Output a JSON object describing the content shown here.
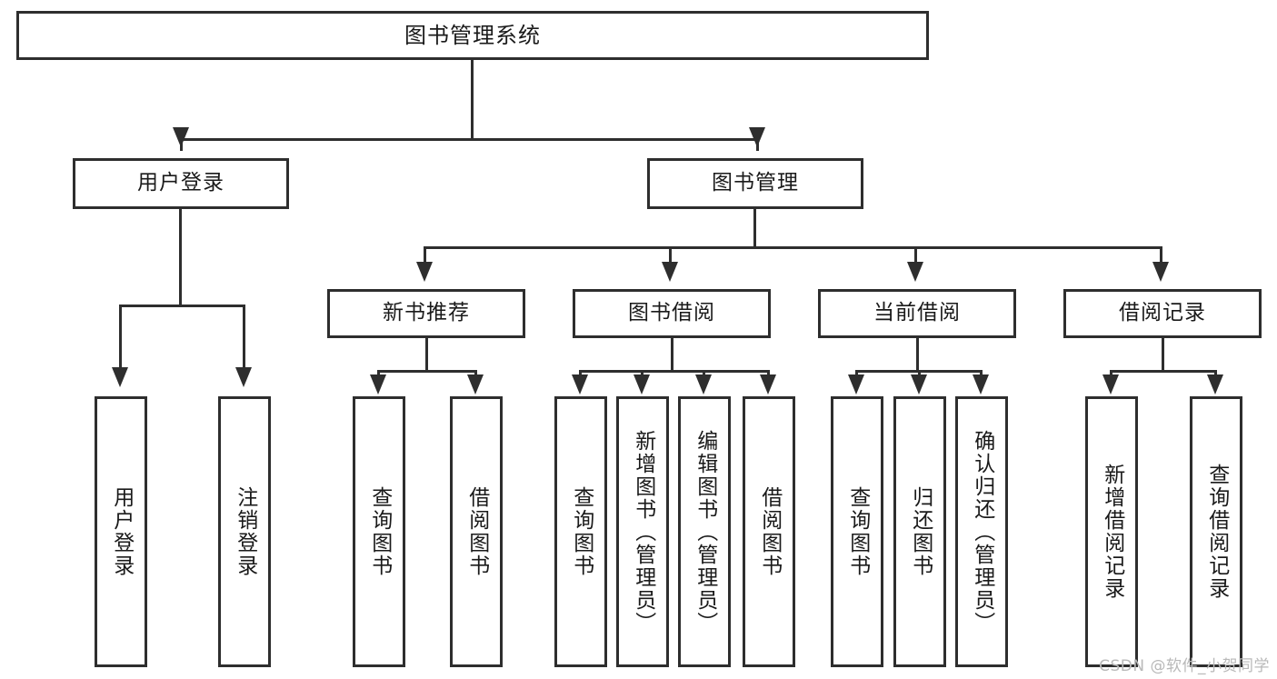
{
  "diagram": {
    "title": "图书管理系统",
    "type": "tree",
    "root": {
      "label": "图书管理系统"
    },
    "level1": [
      {
        "label": "用户登录"
      },
      {
        "label": "图书管理"
      }
    ],
    "level2": [
      {
        "label": "新书推荐",
        "parent": "图书管理"
      },
      {
        "label": "图书借阅",
        "parent": "图书管理"
      },
      {
        "label": "当前借阅",
        "parent": "图书管理"
      },
      {
        "label": "借阅记录",
        "parent": "图书管理"
      }
    ],
    "leaves": {
      "user_login": [
        {
          "label": "用户登录"
        },
        {
          "label": "注销登录"
        }
      ],
      "new_books": [
        {
          "label": "查询图书"
        },
        {
          "label": "借阅图书"
        }
      ],
      "book_borrow": [
        {
          "label": "查询图书"
        },
        {
          "label": "新增图书（管理员）"
        },
        {
          "label": "编辑图书（管理员）"
        },
        {
          "label": "借阅图书"
        }
      ],
      "current_borrow": [
        {
          "label": "查询图书"
        },
        {
          "label": "归还图书"
        },
        {
          "label": "确认归还（管理员）"
        }
      ],
      "borrow_records": [
        {
          "label": "新增借阅记录"
        },
        {
          "label": "查询借阅记录"
        }
      ]
    }
  },
  "watermark": {
    "text": "CSDN @软件_小贺同学"
  },
  "colors": {
    "border": "#2e2e2e",
    "background": "#ffffff",
    "text": "#1a1a1a",
    "watermark": "#b9b9b9"
  }
}
